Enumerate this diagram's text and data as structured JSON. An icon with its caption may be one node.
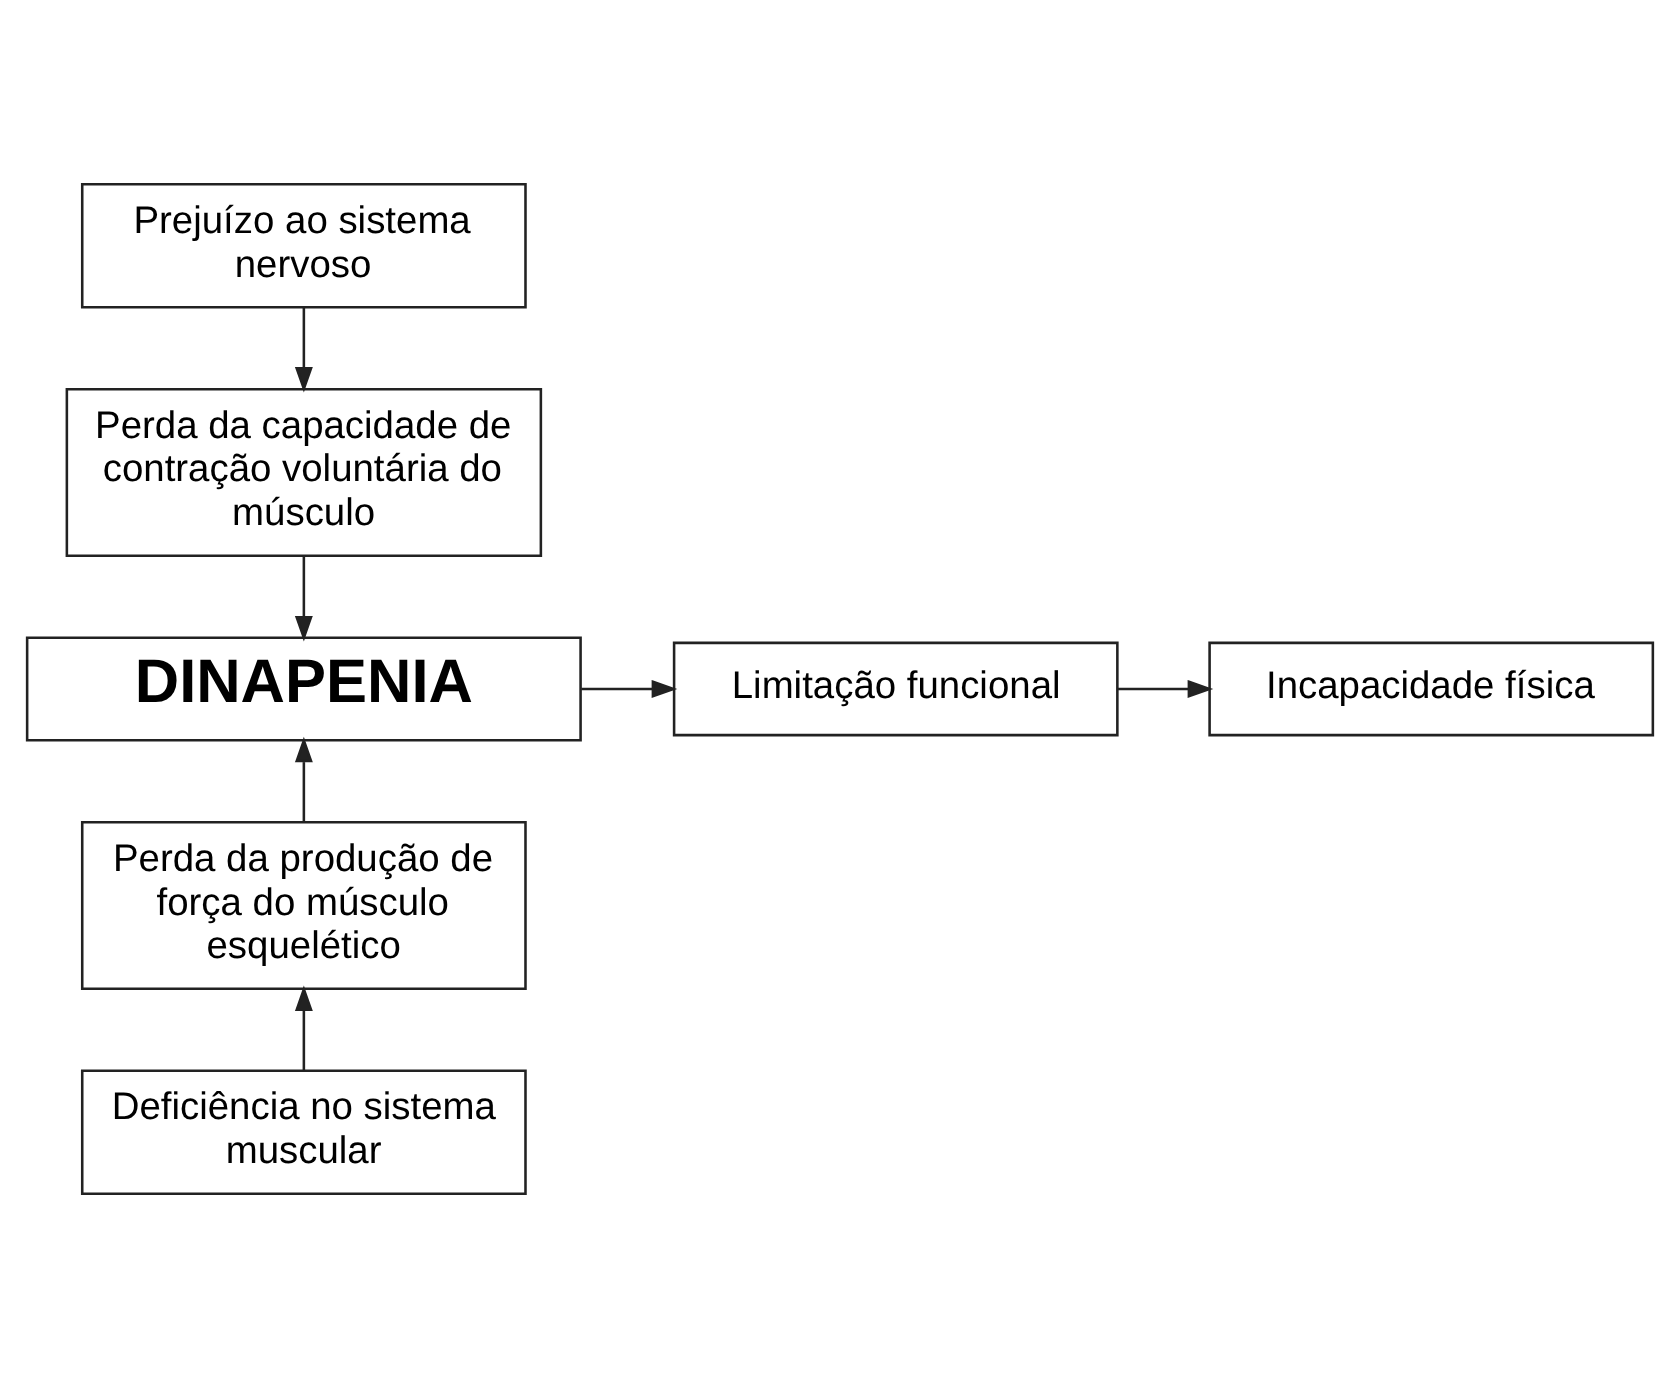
{
  "diagram": {
    "nodes": [
      {
        "text": [
          "Prejuízo ao sistema nervoso"
        ]
      },
      {
        "text": [
          "Perda da capacidade de contração voluntária do músculo"
        ]
      },
      {
        "text": [
          "DINAPENIA"
        ]
      },
      {
        "text": [
          "Limitação funcional"
        ]
      },
      {
        "text": [
          "Incapacidade física"
        ]
      },
      {
        "text": [
          "Perda da produção de força do músculo esquelético"
        ]
      },
      {
        "text": [
          "Deficiência no sistema muscular"
        ]
      }
    ],
    "edges": [
      {
        "from": 0,
        "to": 1,
        "arrow": "to"
      },
      {
        "from": 1,
        "to": 2,
        "arrow": "to"
      },
      {
        "from": 5,
        "to": 2,
        "arrow": "to"
      },
      {
        "from": 6,
        "to": 5,
        "arrow": "to"
      },
      {
        "from": 2,
        "to": 3,
        "arrow": "to"
      },
      {
        "from": 3,
        "to": 4,
        "arrow": "to"
      }
    ]
  }
}
